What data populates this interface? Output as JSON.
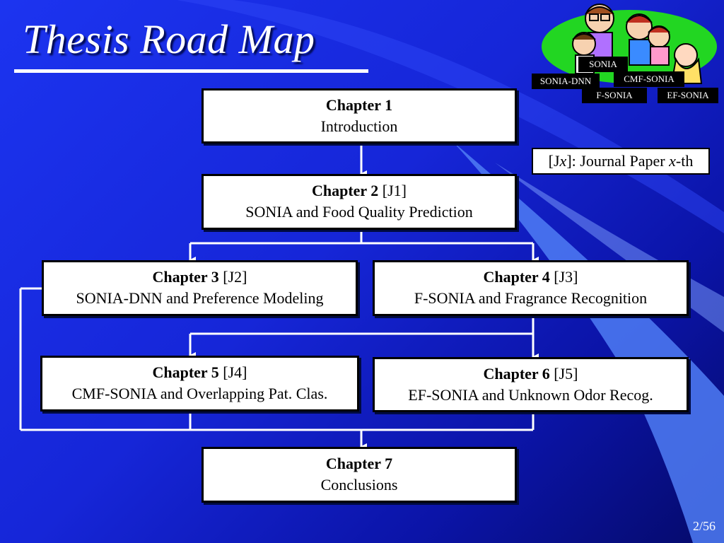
{
  "title": "Thesis Road Map",
  "legend": {
    "prefix": "[J",
    "var": "x",
    "mid": "]: Journal Paper ",
    "var2": "x",
    "suffix": "-th"
  },
  "chapters": [
    {
      "head": "Chapter 1",
      "ref": "",
      "desc": "Introduction"
    },
    {
      "head": "Chapter 2",
      "ref": "[J1]",
      "desc": "SONIA and Food Quality Prediction"
    },
    {
      "head": "Chapter 3",
      "ref": "[J2]",
      "desc": "SONIA-DNN and Preference Modeling"
    },
    {
      "head": "Chapter 4",
      "ref": "[J3]",
      "desc": "F-SONIA and Fragrance Recognition"
    },
    {
      "head": "Chapter 5",
      "ref": "[J4]",
      "desc": "CMF-SONIA and Overlapping Pat. Clas."
    },
    {
      "head": "Chapter 6",
      "ref": "[J5]",
      "desc": "EF-SONIA and Unknown Odor Recog."
    },
    {
      "head": "Chapter 7",
      "ref": "",
      "desc": "Conclusions"
    }
  ],
  "family_tags": [
    "SONIA",
    "SONIA-DNN",
    "CMF-SONIA",
    "F-SONIA",
    "EF-SONIA"
  ],
  "page_number": "2/56",
  "colors": {
    "background": "#1a2ee8",
    "box": "#ffffff",
    "connector": "#ffffff",
    "wave": "#4f7cf5"
  }
}
